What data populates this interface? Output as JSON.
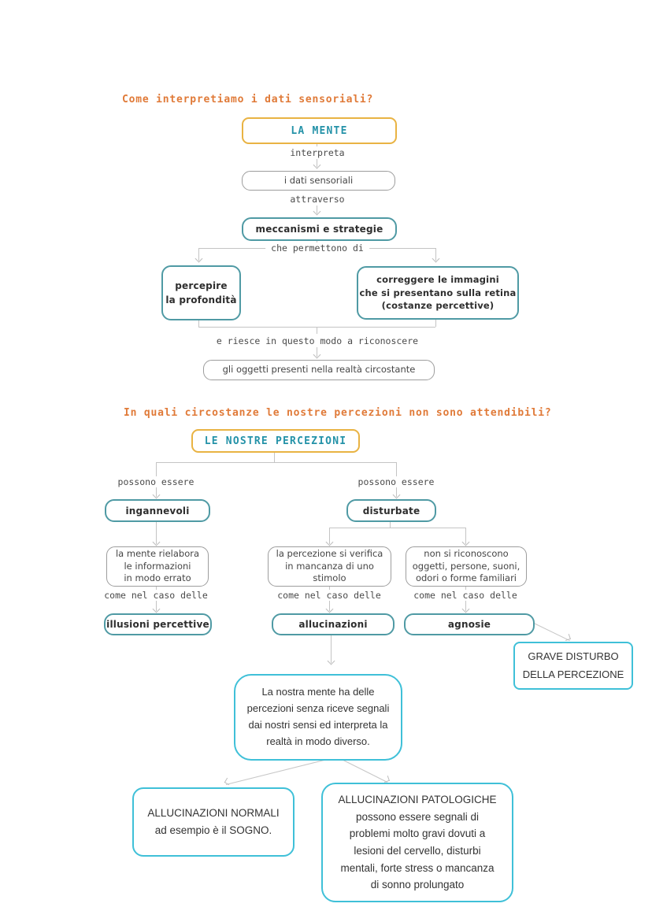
{
  "colors": {
    "heading_orange": "#e07a38",
    "gold_border": "#e9b343",
    "teal_text": "#2492a8",
    "teal_border": "#4f9aa4",
    "gray_border": "#9d9d9d",
    "connector_gray": "#c4c4c4",
    "cyan_border": "#3fc0d8",
    "map_text": "#3d3d3d"
  },
  "map1": {
    "heading": "Come interpretiamo i dati sensoriali?",
    "root_label": "LA MENTE",
    "link_interpreta": "interpreta",
    "node_dati": "i dati sensoriali",
    "link_attraverso": "attraverso",
    "node_meccanismi": "meccanismi e strategie",
    "link_permettono": "che permettono di",
    "node_percepire_lines": [
      "percepire",
      "la profondità"
    ],
    "node_correggere_lines": [
      "correggere le immagini",
      "che si presentano sulla retina",
      "(costanze percettive)"
    ],
    "link_riconoscere": "e riesce in questo modo a riconoscere",
    "node_oggetti": "gli oggetti presenti nella realtà circostante"
  },
  "map2": {
    "heading": "In quali circostanze le nostre percezioni non sono attendibili?",
    "root_label": "LE NOSTRE PERCEZIONI",
    "link_possono_left": "possono essere",
    "link_possono_right": "possono essere",
    "node_ingannevoli": "ingannevoli",
    "node_disturbate": "disturbate",
    "desc_mente_lines": [
      "la mente rielabora",
      "le informazioni",
      "in modo errato"
    ],
    "desc_percezione_lines": [
      "la percezione si verifica",
      "in mancanza di uno",
      "stimolo"
    ],
    "desc_riconoscono_lines": [
      "non si riconoscono",
      "oggetti, persone, suoni,",
      "odori o forme familiari"
    ],
    "link_caso_1": "come nel caso delle",
    "link_caso_2": "come nel caso delle",
    "link_caso_3": "come nel caso delle",
    "node_illusioni": "illusioni percettive",
    "node_allucinazioni": "allucinazioni",
    "node_agnosie": "agnosie"
  },
  "annotations": {
    "grave_lines": [
      "GRAVE DISTURBO",
      "DELLA PERCEZIONE"
    ],
    "central_lines": [
      "La nostra mente ha delle",
      "percezioni senza riceve segnali",
      "dai nostri sensi ed interpreta la",
      "realtà in modo diverso."
    ],
    "normali_lines": [
      "ALLUCINAZIONI NORMALI",
      "ad esempio è il SOGNO."
    ],
    "patologiche_lines": [
      "ALLUCINAZIONI PATOLOGICHE",
      "possono essere segnali di",
      "problemi molto gravi dovuti a",
      "lesioni del cervello, disturbi",
      "mentali, forte stress o mancanza",
      "di sonno prolungato"
    ]
  }
}
